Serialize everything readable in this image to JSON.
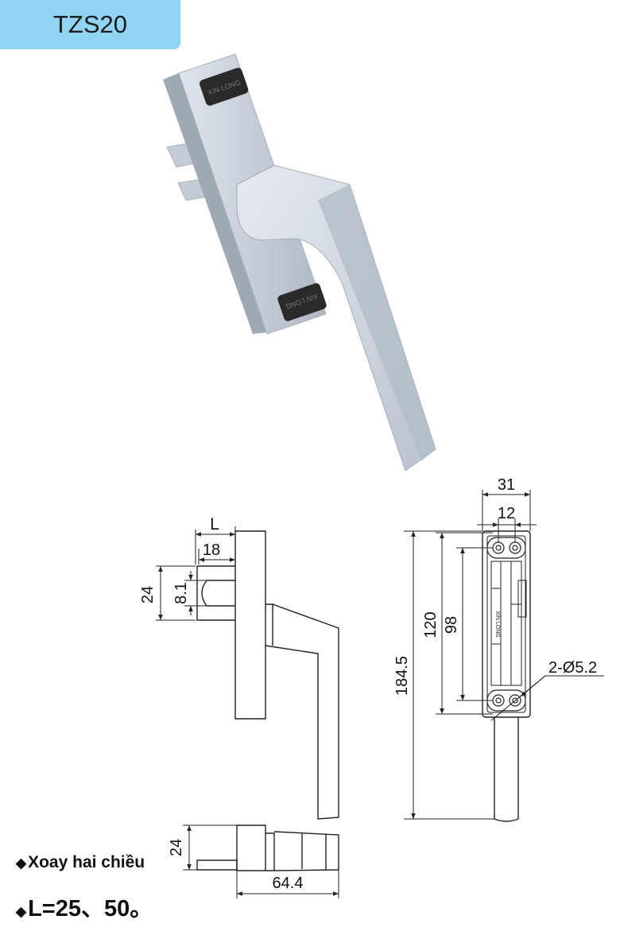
{
  "model": "TZS20",
  "brand_on_pad": "XIN LONG",
  "dimensions": {
    "L": "L",
    "d18": "18",
    "d24_side": "24",
    "d8_1": "8.1",
    "d31": "31",
    "d12": "12",
    "d120": "120",
    "d98": "98",
    "d184_5": "184.5",
    "holes": "2-Ø5.2",
    "d24_bottom": "24",
    "d64_4": "64.4"
  },
  "notes": [
    {
      "bullet": "◆",
      "text": "Xoay hai chiều"
    },
    {
      "bullet": "◆",
      "text": "L=25、50。"
    }
  ],
  "colors": {
    "tag_bg": "#8fd5f3",
    "metal": "#c9d2dc",
    "pad": "#2a2a2a",
    "line": "#222222"
  }
}
